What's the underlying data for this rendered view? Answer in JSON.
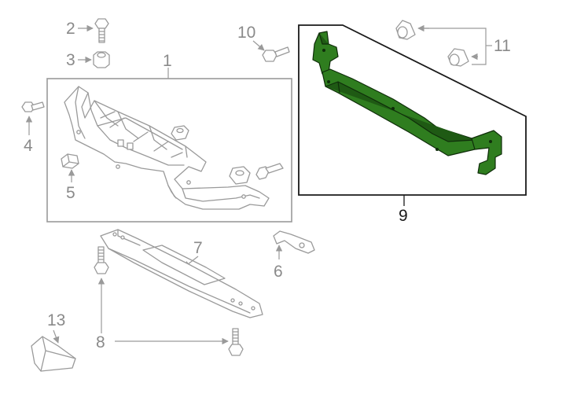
{
  "callouts": {
    "c1": "1",
    "c2": "2",
    "c3": "3",
    "c4": "4",
    "c5": "5",
    "c6": "6",
    "c7": "7",
    "c8": "8",
    "c9": "9",
    "c10": "10",
    "c11": "11",
    "c13": "13"
  },
  "colors": {
    "highlight_part": "#2f7d1f",
    "line_art": "#9a9a9a",
    "highlight_box": "#1a1a1a"
  }
}
